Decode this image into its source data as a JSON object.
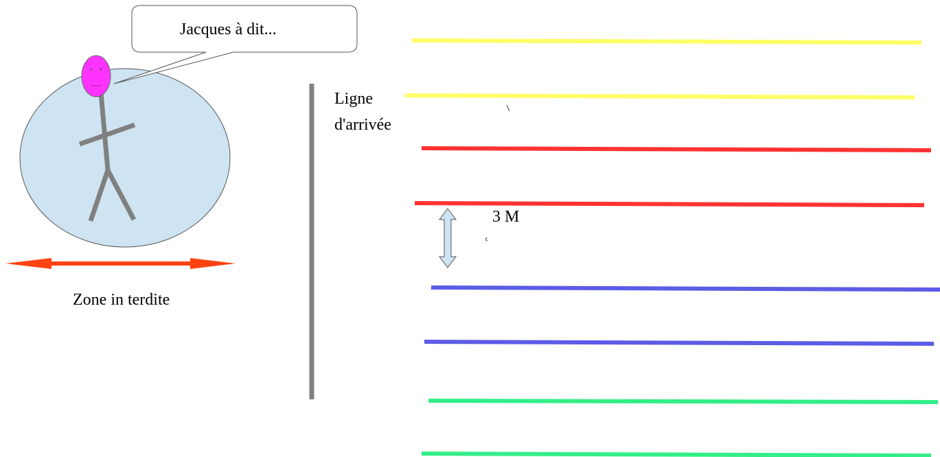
{
  "speech_bubble": {
    "text": "Jacques à dit..."
  },
  "finish_line": {
    "label_line1": "Ligne",
    "label_line2": "d'arrivée"
  },
  "distance": {
    "label": "3 M"
  },
  "forbidden_zone": {
    "label": "Zone in terdite"
  },
  "colors": {
    "zone_fill": "#cfe4f2",
    "head": "#ff33ff",
    "body": "#808080",
    "zone_arrow": "#ff4411",
    "finish_line": "#808080",
    "distance_arrow_fill": "#cfe4f2",
    "lanes": [
      "#ffff66",
      "#ffff66",
      "#ff3333",
      "#ff3333",
      "#5c5ce6",
      "#5c5ce6",
      "#33ee88",
      "#33ee88"
    ]
  }
}
